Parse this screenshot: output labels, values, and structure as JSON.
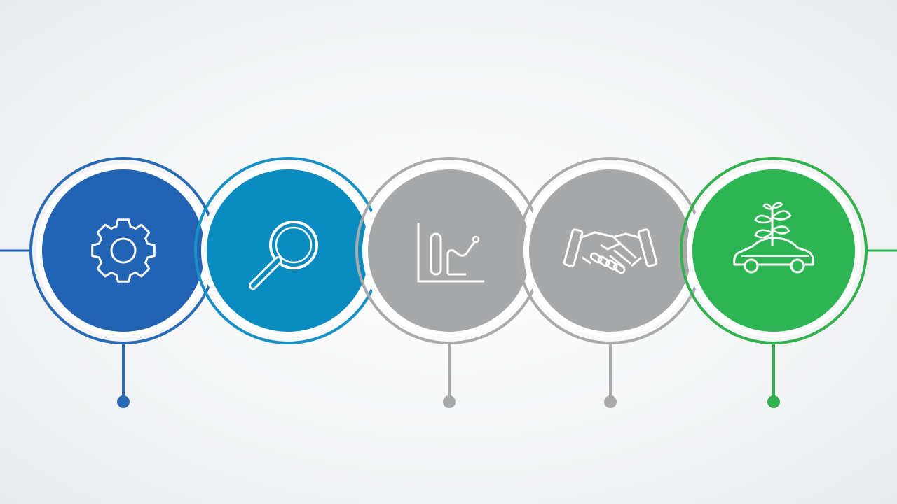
{
  "diagram": {
    "type": "process-timeline",
    "steps": [
      {
        "id": "settings",
        "icon": "gear-icon",
        "color": "#2263b3",
        "ring_color": "#2a6ab5",
        "has_pin": true
      },
      {
        "id": "research",
        "icon": "magnifier-icon",
        "color": "#0a8cc1",
        "ring_color": "#1791c5",
        "has_pin": false
      },
      {
        "id": "analysis",
        "icon": "chart-icon",
        "color": "#a7a8aa",
        "ring_color": "#a9aaac",
        "has_pin": true
      },
      {
        "id": "agreement",
        "icon": "handshake-icon",
        "color": "#a7a8aa",
        "ring_color": "#a9aaac",
        "has_pin": true
      },
      {
        "id": "growth",
        "icon": "eco-car-plant-icon",
        "color": "#2db553",
        "ring_color": "#32b14e",
        "has_pin": true
      }
    ],
    "connector_color": "#1e63b0",
    "end_connector_color": "#2db553"
  }
}
